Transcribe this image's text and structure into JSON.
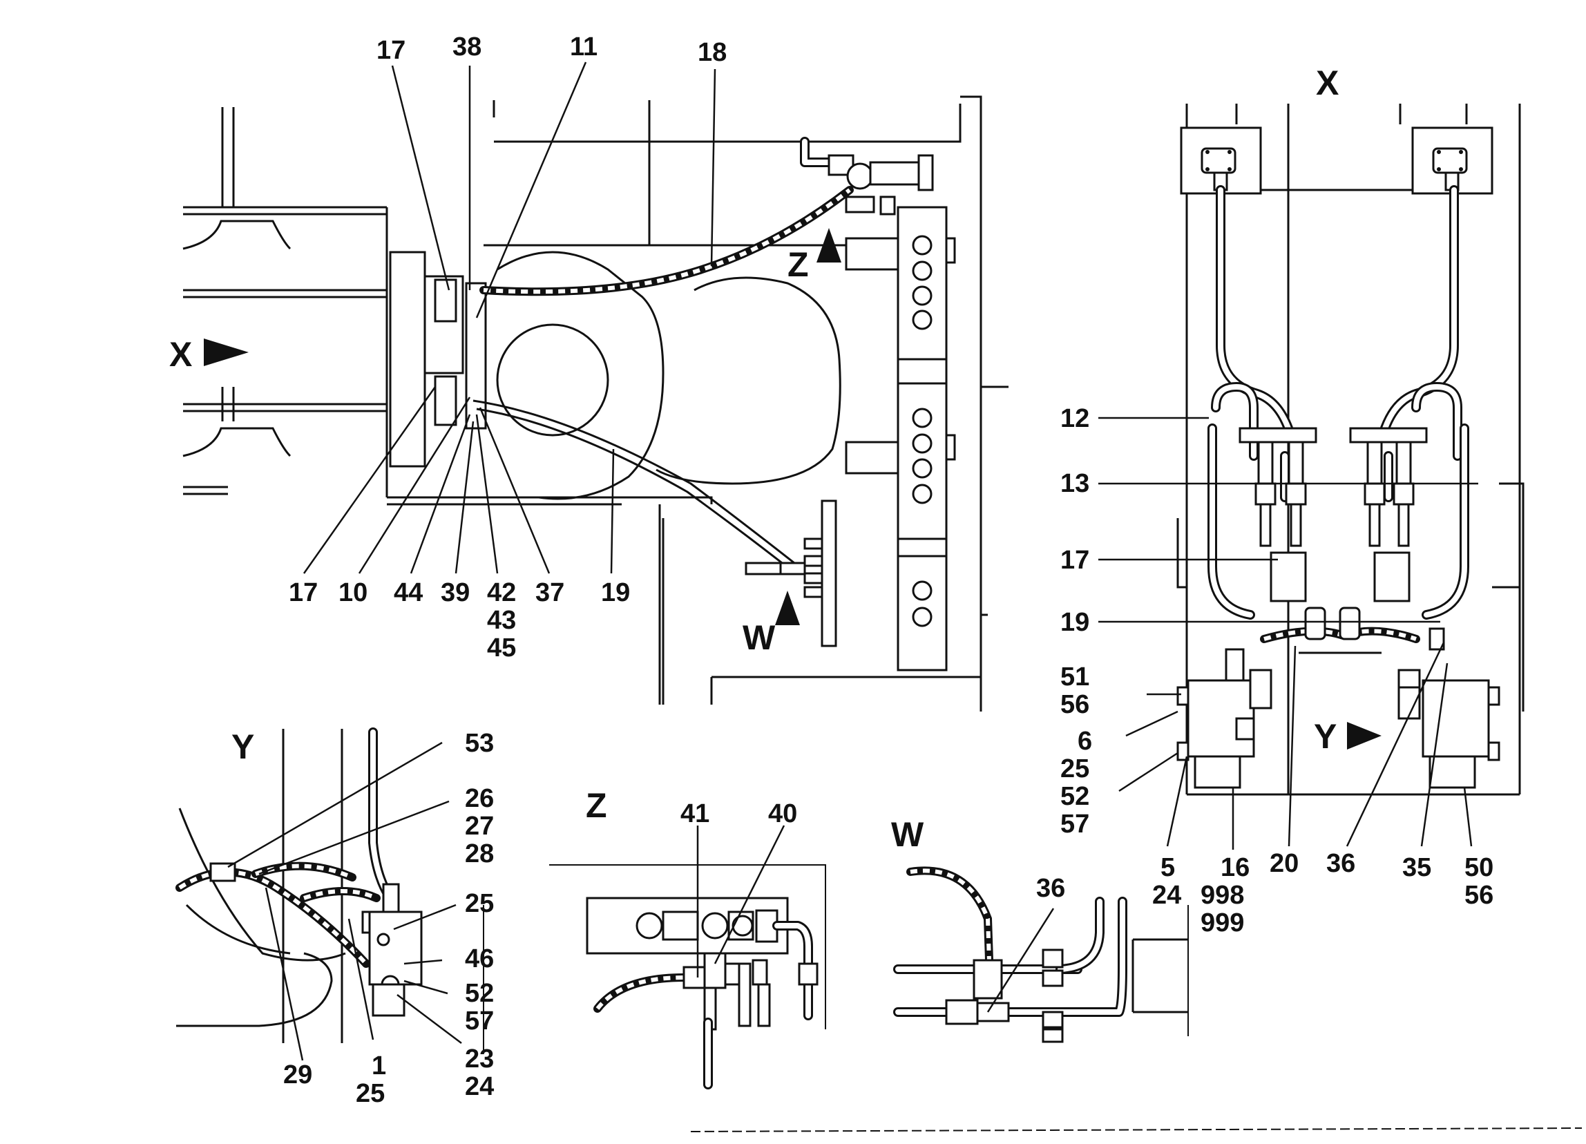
{
  "view_labels": {
    "x_main": "X",
    "x_arrow": "X",
    "z_arrow": "Z",
    "w_arrow": "W",
    "y_arrow": "Y",
    "y_view": "Y",
    "z_view": "Z",
    "w_view": "W"
  },
  "callouts": {
    "main_top": [
      "17",
      "38",
      "11",
      "18"
    ],
    "main_bottom": [
      "17",
      "10",
      "44",
      "39",
      "42",
      "43",
      "45",
      "37",
      "19"
    ],
    "x_view_left": [
      "12",
      "13",
      "17",
      "19",
      "51",
      "56",
      "6",
      "25",
      "52",
      "57"
    ],
    "x_view_bottom": [
      "5",
      "24",
      "16",
      "998",
      "999",
      "20",
      "36",
      "35",
      "50",
      "56"
    ],
    "y_view": [
      "53",
      "26",
      "27",
      "28",
      "25",
      "46",
      "52",
      "57",
      "23",
      "24",
      "29",
      "1",
      "25"
    ],
    "z_view": [
      "41",
      "40"
    ],
    "w_view": [
      "36"
    ]
  },
  "colors": {
    "ink": "#111111",
    "paper": "#ffffff"
  }
}
